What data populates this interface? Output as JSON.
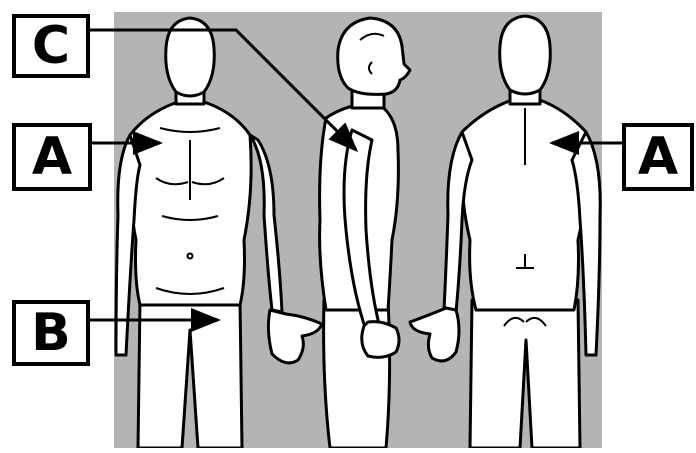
{
  "colors": {
    "background": "#ffffff",
    "panel": "#b4b4b4",
    "figure_fill": "#ffffff",
    "ink": "#000000"
  },
  "figures": [
    {
      "name": "front-view",
      "icon": "human-figure-front-icon"
    },
    {
      "name": "side-view",
      "icon": "human-figure-side-icon"
    },
    {
      "name": "back-view",
      "icon": "human-figure-back-icon"
    }
  ],
  "labels": {
    "c": "C",
    "a_left": "A",
    "b": "B",
    "a_right": "A"
  }
}
